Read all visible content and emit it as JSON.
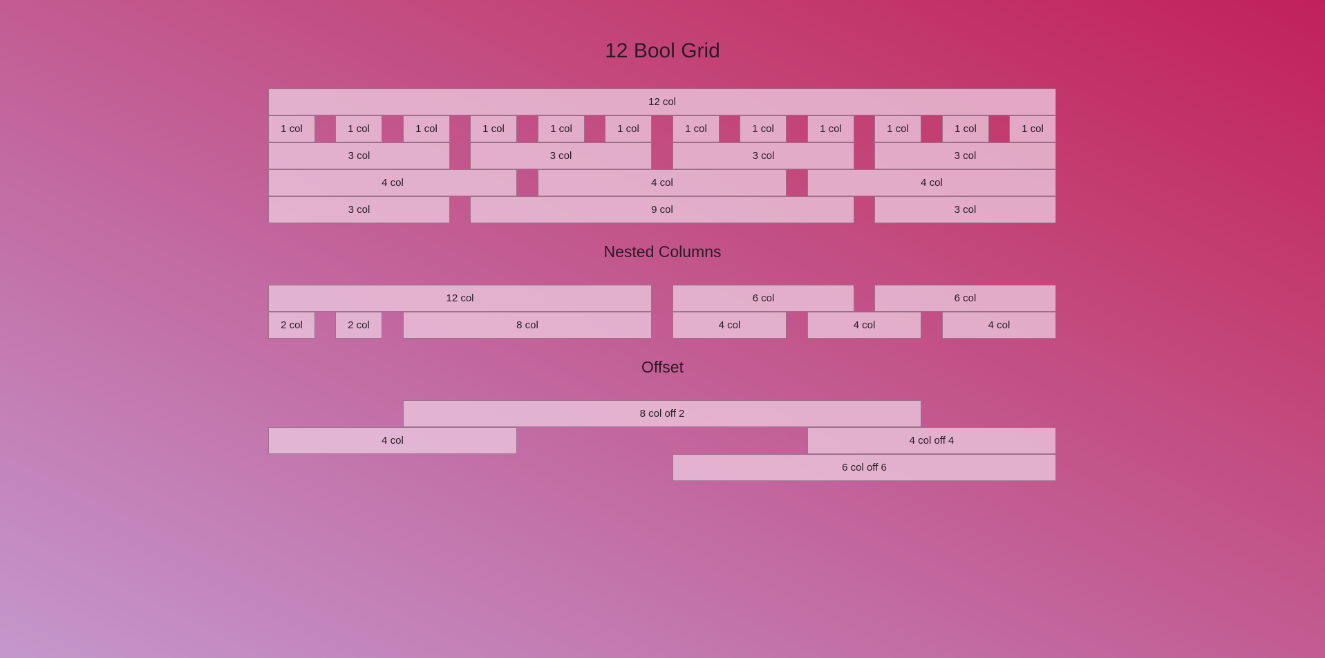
{
  "titles": {
    "main": "12 Bool Grid",
    "nested": "Nested Columns",
    "offset": "Offset"
  },
  "grid_rows": [
    [
      "12 col"
    ],
    [
      "1 col",
      "1 col",
      "1 col",
      "1 col",
      "1 col",
      "1 col",
      "1 col",
      "1 col",
      "1 col",
      "1 col",
      "1 col",
      "1 col"
    ],
    [
      "3 col",
      "3 col",
      "3 col",
      "3 col"
    ],
    [
      "4 col",
      "4 col",
      "4 col"
    ],
    [
      "3 col",
      "9 col",
      "3 col"
    ]
  ],
  "nested_rows": [
    [
      "12 col",
      "6 col",
      "6 col"
    ],
    [
      "2 col",
      "2 col",
      "8 col",
      "4 col",
      "4 col",
      "4 col"
    ]
  ],
  "offset_rows": [
    [
      "8 col off 2"
    ],
    [
      "4 col",
      "4 col off 4"
    ],
    [
      "6 col off 6"
    ]
  ]
}
